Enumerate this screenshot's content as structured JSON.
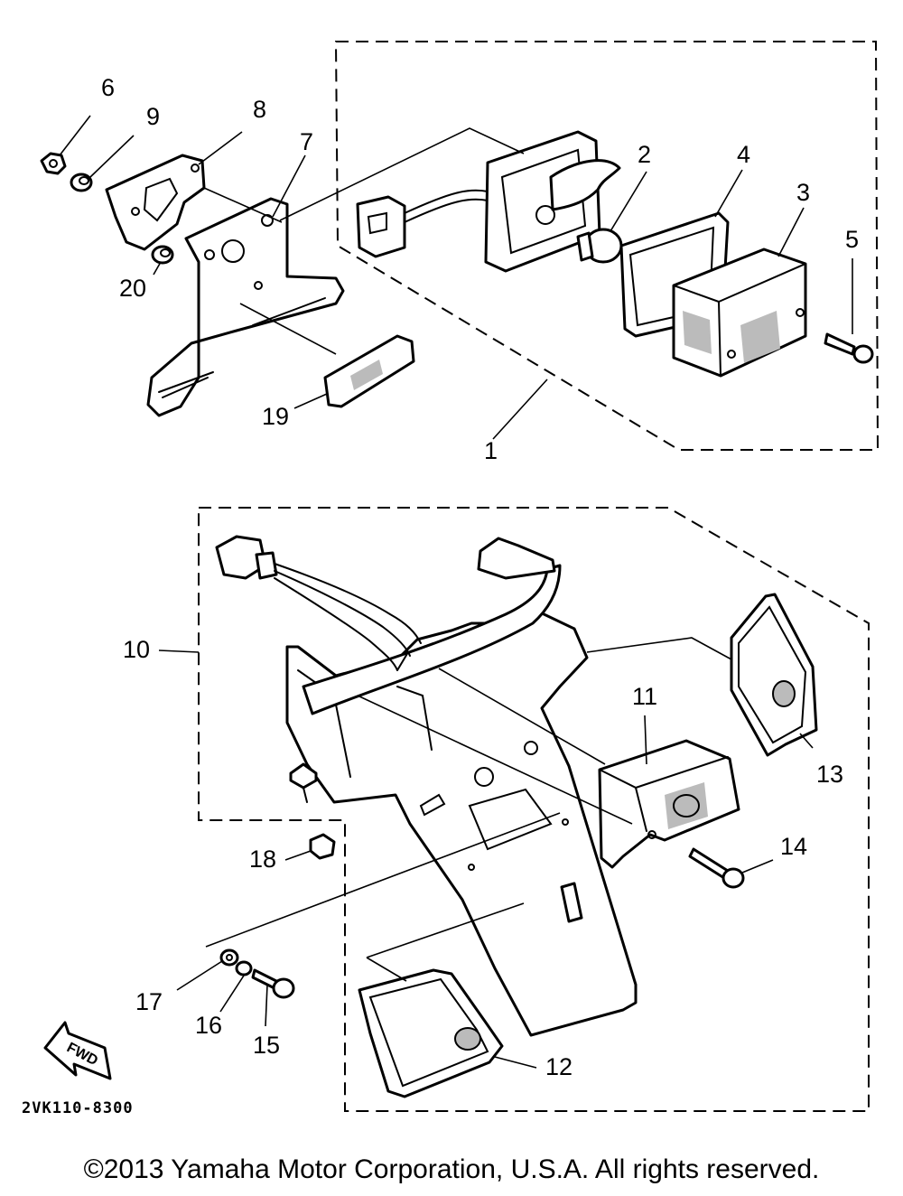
{
  "callouts": {
    "c1": "1",
    "c2": "2",
    "c3": "3",
    "c4": "4",
    "c5": "5",
    "c6": "6",
    "c7": "7",
    "c8": "8",
    "c9": "9",
    "c10": "10",
    "c11": "11",
    "c12": "12",
    "c13": "13",
    "c14": "14",
    "c15": "15",
    "c16": "16",
    "c17": "17",
    "c18": "18",
    "c19": "19",
    "c20": "20"
  },
  "diagram_code": "2VK110-8300",
  "fwd_label": "FWD",
  "copyright": "©2013 Yamaha Motor Corporation, U.S.A. All rights reserved."
}
